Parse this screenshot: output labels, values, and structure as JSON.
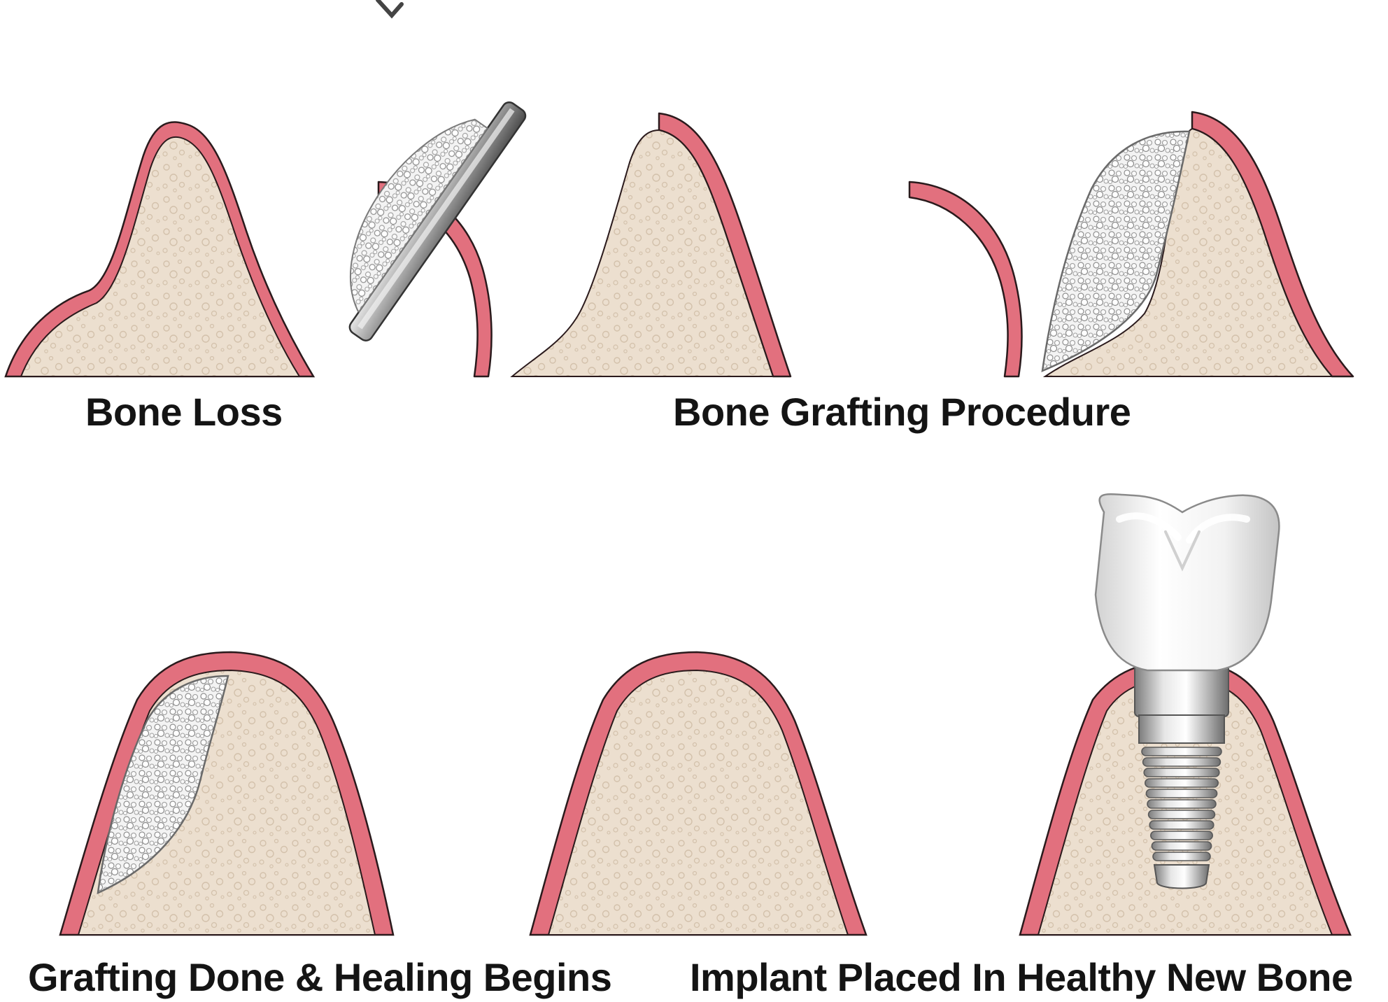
{
  "labels": {
    "bone_loss": "Bone Loss",
    "grafting_procedure": "Bone Grafting Procedure",
    "healing": "Grafting Done & Healing Begins",
    "implant": "Implant Placed In Healthy New Bone"
  },
  "colors": {
    "gum": "#e2707e",
    "gum_outline": "#2a1a1c",
    "bone": "#ecdfcf",
    "bone_texture": "#d6c6b2",
    "graft": "#f2f2f2",
    "graft_shadow": "#9a9a9a",
    "crown": "#f4f4f4",
    "implant_metal": "#bcbcbc",
    "caption_text": "#141414"
  },
  "icons": {
    "tool": "graft-spoon-icon",
    "crown": "crown-icon",
    "implant": "implant-screw-icon"
  }
}
